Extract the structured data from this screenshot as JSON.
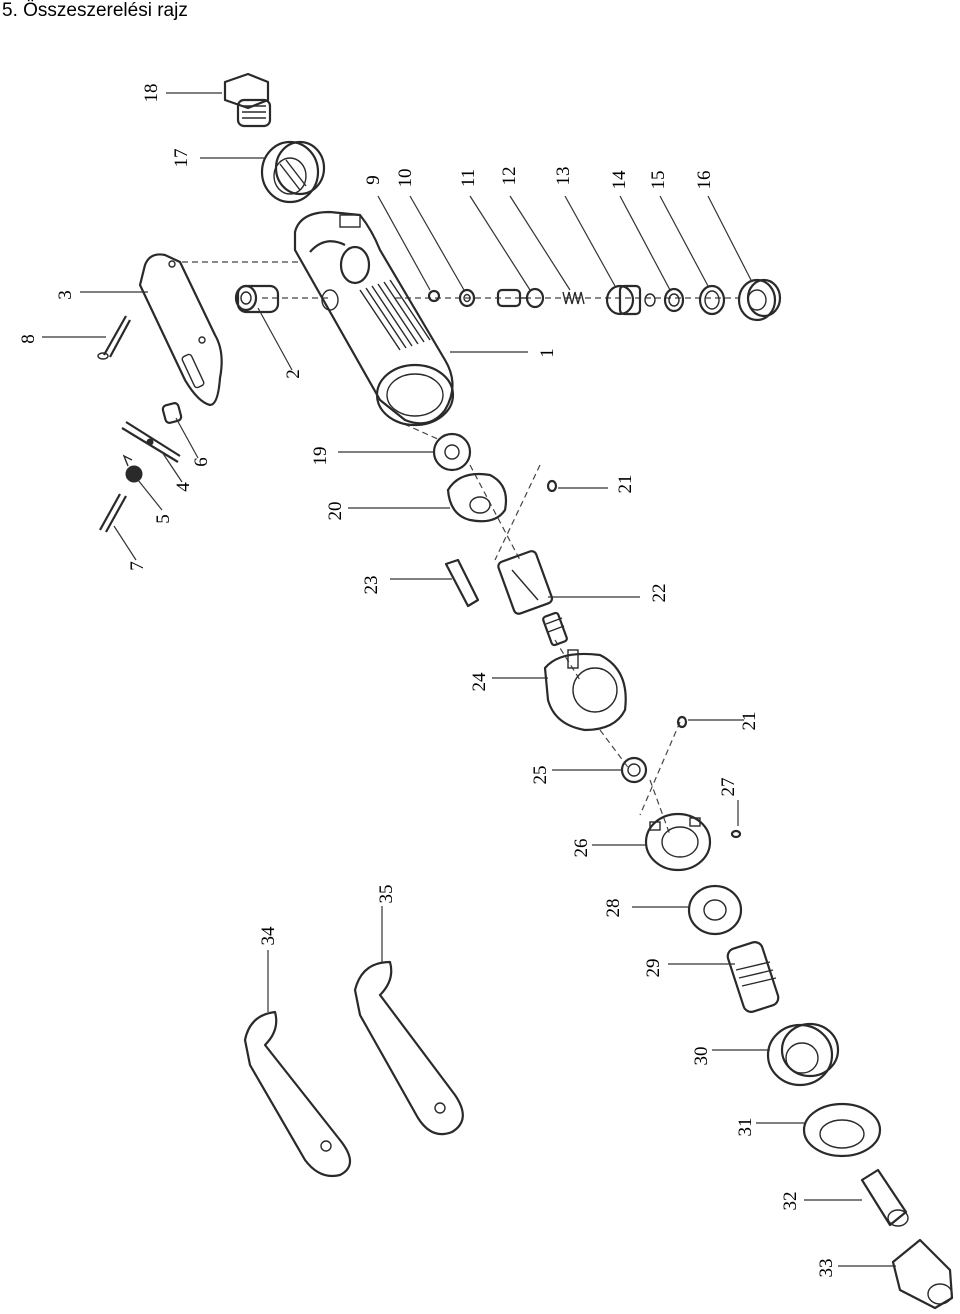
{
  "title": "5. Összeszerelési rajz",
  "callouts": [
    {
      "id": "18",
      "label": "18"
    },
    {
      "id": "17",
      "label": "17"
    },
    {
      "id": "9",
      "label": "9"
    },
    {
      "id": "10",
      "label": "10"
    },
    {
      "id": "11",
      "label": "11"
    },
    {
      "id": "12",
      "label": "12"
    },
    {
      "id": "13",
      "label": "13"
    },
    {
      "id": "14",
      "label": "14"
    },
    {
      "id": "15",
      "label": "15"
    },
    {
      "id": "16",
      "label": "16"
    },
    {
      "id": "3",
      "label": "3"
    },
    {
      "id": "8",
      "label": "8"
    },
    {
      "id": "2",
      "label": "2"
    },
    {
      "id": "1",
      "label": "1"
    },
    {
      "id": "6",
      "label": "6"
    },
    {
      "id": "4",
      "label": "4"
    },
    {
      "id": "5",
      "label": "5"
    },
    {
      "id": "7",
      "label": "7"
    },
    {
      "id": "19",
      "label": "19"
    },
    {
      "id": "20",
      "label": "20"
    },
    {
      "id": "21a",
      "label": "21"
    },
    {
      "id": "23",
      "label": "23"
    },
    {
      "id": "22",
      "label": "22"
    },
    {
      "id": "24",
      "label": "24"
    },
    {
      "id": "21b",
      "label": "21"
    },
    {
      "id": "25",
      "label": "25"
    },
    {
      "id": "27",
      "label": "27"
    },
    {
      "id": "26",
      "label": "26"
    },
    {
      "id": "28",
      "label": "28"
    },
    {
      "id": "29",
      "label": "29"
    },
    {
      "id": "30",
      "label": "30"
    },
    {
      "id": "31",
      "label": "31"
    },
    {
      "id": "32",
      "label": "32"
    },
    {
      "id": "33",
      "label": "33"
    },
    {
      "id": "34",
      "label": "34"
    },
    {
      "id": "35",
      "label": "35"
    }
  ]
}
